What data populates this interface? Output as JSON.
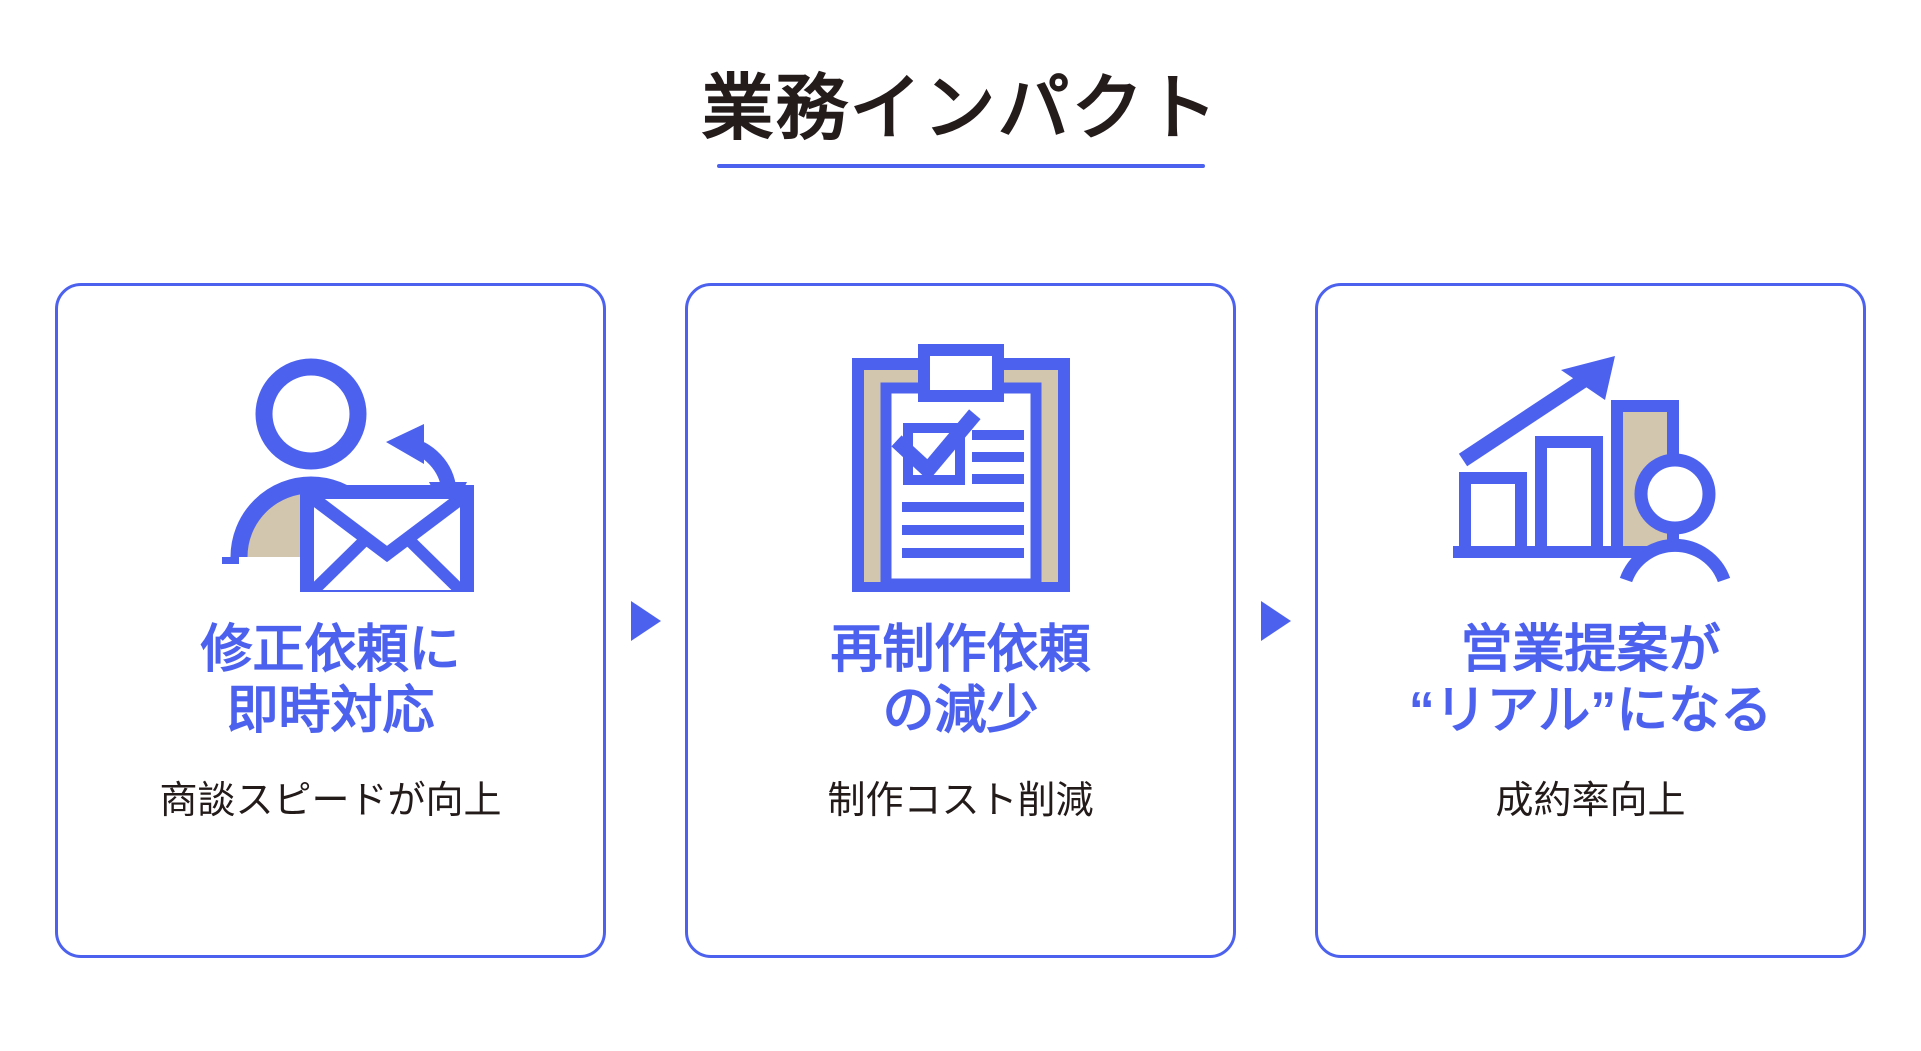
{
  "page": {
    "background": "#ffffff",
    "accent_blue": "#4c62ee",
    "accent_tan": "#d3c6ae",
    "text_dark": "#231a1a"
  },
  "header": {
    "title": "業務インパクト",
    "rule_color": "#4c62ee"
  },
  "connectors": [
    {
      "icon": "triangle-right-icon"
    },
    {
      "icon": "triangle-right-icon"
    }
  ],
  "cards": [
    {
      "icon": "person-reply-mail-icon",
      "heading": "修正依頼に\n即時対応",
      "subtitle": "商談スピードが向上"
    },
    {
      "icon": "clipboard-checklist-icon",
      "heading": "再制作依頼\nの減少",
      "subtitle": "制作コスト削減"
    },
    {
      "icon": "growth-chart-person-icon",
      "heading": "営業提案が\n“リアル”になる",
      "subtitle": "成約率向上"
    }
  ]
}
